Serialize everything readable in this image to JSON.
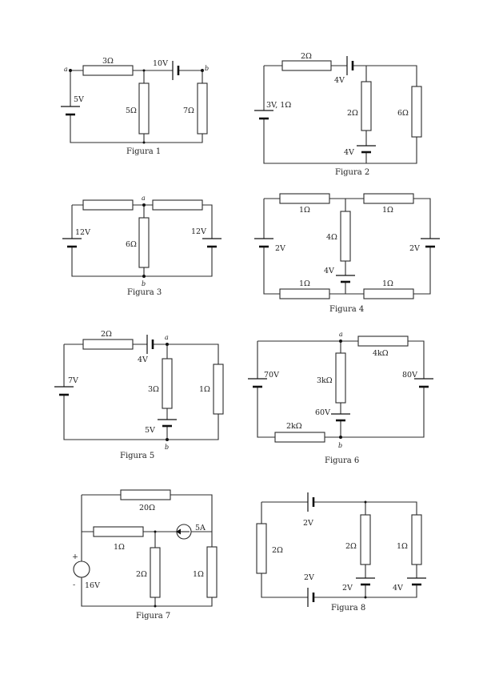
{
  "figures": [
    {
      "caption": "Figura 1",
      "labels": {
        "node_a": "a",
        "node_b": "b",
        "r_top": "3Ω",
        "v_top": "10V",
        "v_left": "5V",
        "r_mid": "5Ω",
        "r_right": "7Ω"
      }
    },
    {
      "caption": "Figura 2",
      "labels": {
        "r_top": "2Ω",
        "v_top": "4V",
        "v_left": "3V, 1Ω",
        "r_mid": "2Ω",
        "v_mid": "4V",
        "r_right": "6Ω"
      }
    },
    {
      "caption": "Figura 3",
      "labels": {
        "node_a": "a",
        "node_b": "b",
        "v_left": "12V",
        "r_mid": "6Ω",
        "v_right": "12V"
      }
    },
    {
      "caption": "Figura 4",
      "labels": {
        "r_tl": "1Ω",
        "r_tr": "1Ω",
        "v_left": "2V",
        "r_mid": "4Ω",
        "v_right": "2V",
        "v_mid": "4V",
        "r_bl": "1Ω",
        "r_br": "1Ω"
      }
    },
    {
      "caption": "Figura 5",
      "labels": {
        "r_top": "2Ω",
        "v_top": "4V",
        "node_a": "a",
        "v_left": "7V",
        "r_mid": "3Ω",
        "r_right": "1Ω",
        "v_mid": "5V",
        "node_b": "b"
      }
    },
    {
      "caption": "Figura 6",
      "labels": {
        "node_a": "a",
        "r_top": "4kΩ",
        "v_left": "70V",
        "r_mid": "3kΩ",
        "v_right": "80V",
        "v_mid": "60V",
        "r_bottom": "2kΩ",
        "node_b": "b"
      }
    },
    {
      "caption": "Figura 7",
      "labels": {
        "r_top": "20Ω",
        "i_src": "5A",
        "r_inner": "1Ω",
        "plus": "+",
        "minus": "-",
        "v_src": "16V",
        "r_mid": "2Ω",
        "r_right": "1Ω"
      }
    },
    {
      "caption": "Figura 8",
      "labels": {
        "v_top": "2V",
        "r_left": "2Ω",
        "r_mid": "2Ω",
        "r_right": "1Ω",
        "v_bottom": "2V",
        "v_mid": "2V",
        "v_right": "4V"
      }
    }
  ]
}
